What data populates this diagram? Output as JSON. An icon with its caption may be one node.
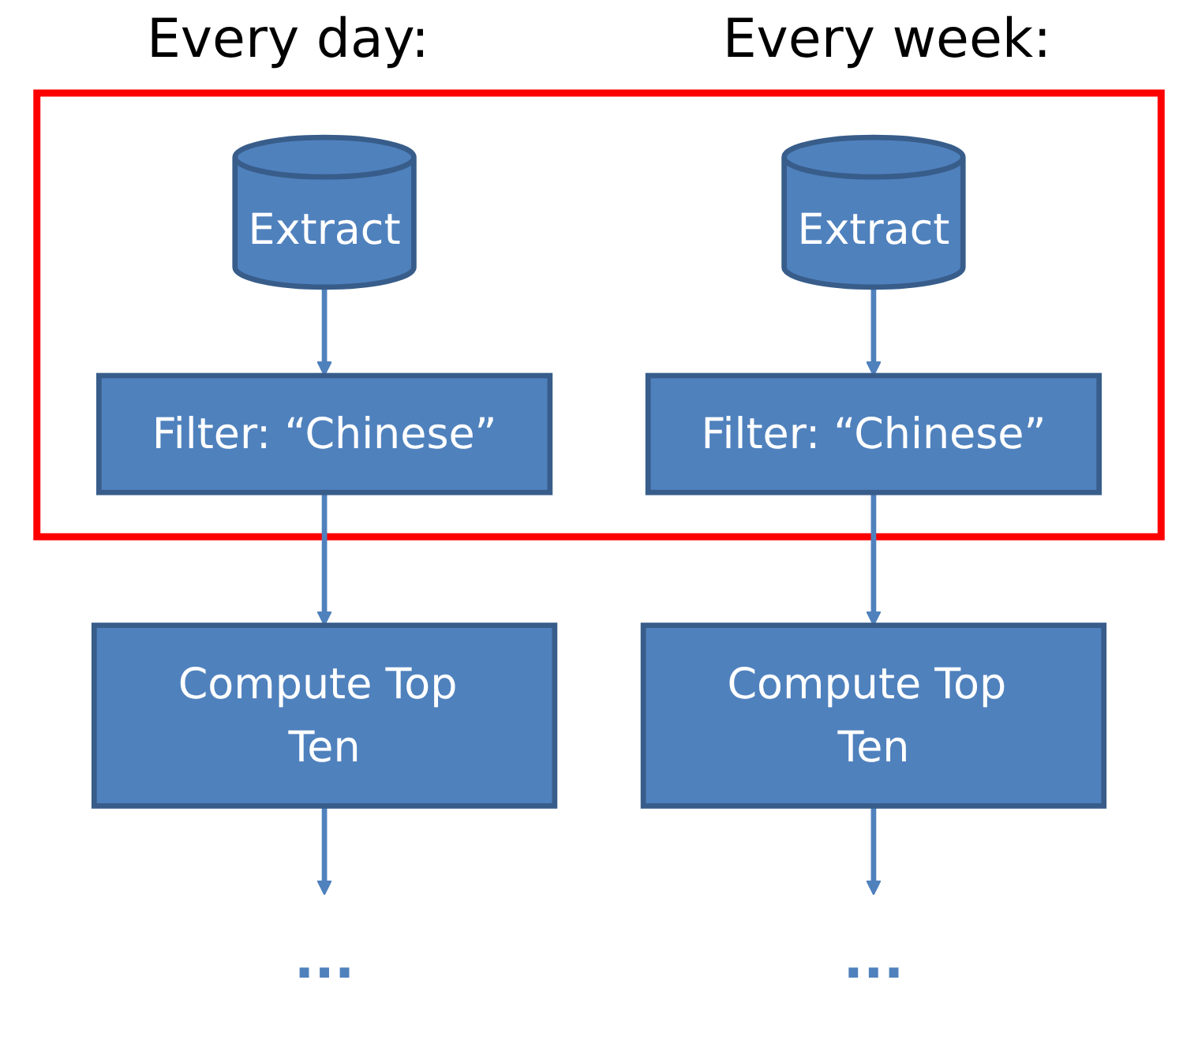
{
  "diagram": {
    "nodes": [
      {
        "text": [],
        "shape": "box"
      },
      {
        "text": [
          "Extract"
        ],
        "in": 0
      },
      {
        "text": [
          "Extract"
        ],
        "in": 0
      },
      {
        "text": [
          "Filter: “Chinese”"
        ],
        "in": 0
      },
      {
        "text": [
          "Filter: “Chinese”"
        ],
        "in": 0
      },
      {
        "text": [
          "Compute Top Ten"
        ]
      },
      {
        "text": [
          "Compute Top Ten"
        ]
      },
      {
        "text": [
          "..."
        ]
      },
      {
        "text": [
          "..."
        ]
      }
    ],
    "edges": [
      {
        "from": 1,
        "to": 3,
        "arrow": "to"
      },
      {
        "from": 2,
        "to": 4,
        "arrow": "to"
      },
      {
        "from": 3,
        "to": 5,
        "arrow": "to"
      },
      {
        "from": 4,
        "to": 6,
        "arrow": "to"
      },
      {
        "from": 5,
        "to": 7,
        "arrow": "to"
      },
      {
        "from": 6,
        "to": 8,
        "arrow": "to"
      }
    ],
    "labels": [
      "Every day:",
      "Every week:"
    ]
  }
}
